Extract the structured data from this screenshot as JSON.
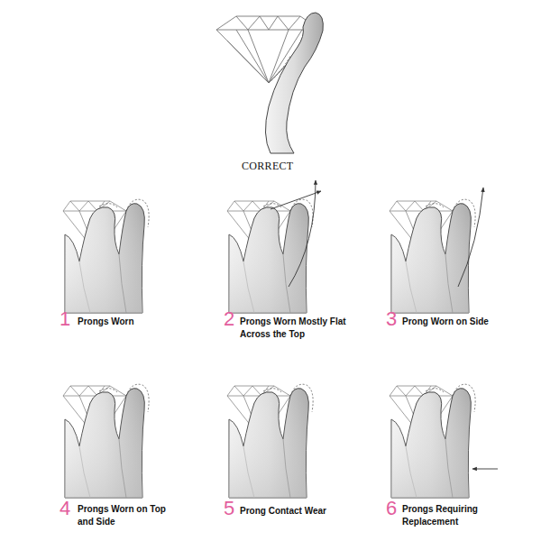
{
  "diagram": {
    "labels": [
      "CORRECT",
      "1",
      "Prongs Worn",
      "2",
      "Prongs Worn Mostly Flat Across the Top",
      "3",
      "Prong Worn on Side",
      "4",
      "Prongs Worn on Top and Side",
      "5",
      "Prong Contact Wear",
      "6",
      "Prongs Requiring Replacement"
    ]
  }
}
